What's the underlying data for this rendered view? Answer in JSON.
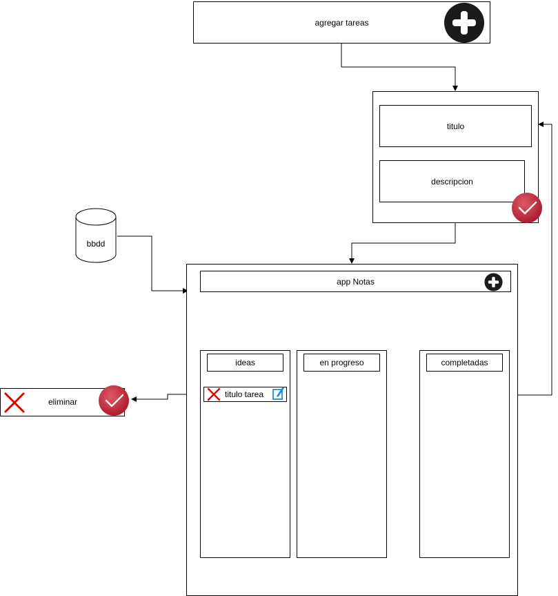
{
  "add_task": {
    "label": "agregar tareas",
    "icon": "plus-circle-icon"
  },
  "form": {
    "title_field": "titulo",
    "description_field": "descripcion",
    "confirm_icon": "checkmark-badge-icon"
  },
  "database": {
    "label": "bbdd"
  },
  "app": {
    "title": "app Notas",
    "add_icon": "plus-circle-icon",
    "columns": [
      {
        "header": "ideas"
      },
      {
        "header": "en progreso"
      },
      {
        "header": "completadas"
      }
    ],
    "task_card": {
      "title": "titulo tarea",
      "delete_icon": "red-x-icon",
      "edit_icon": "edit-icon"
    }
  },
  "delete_box": {
    "label": "eliminar",
    "x_icon": "red-x-icon",
    "confirm_icon": "checkmark-badge-icon"
  },
  "colors": {
    "stroke": "#000000",
    "badge_red": "#c8283a",
    "x_red": "#e00000",
    "edit_blue": "#1e88e5"
  }
}
